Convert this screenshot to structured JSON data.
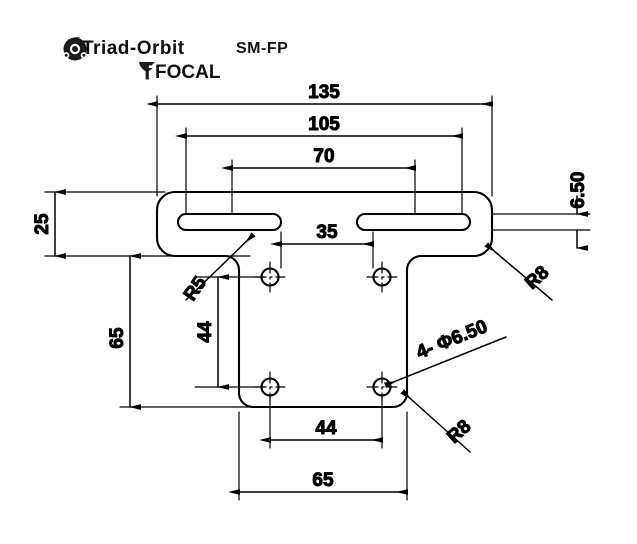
{
  "header": {
    "brand": "Triad-Orbit",
    "model": "SM-FP",
    "partner_brand": "FOCAL",
    "logo_icon": "triad-orbit-logo-icon",
    "focal_logo_icon": "focal-flame-icon"
  },
  "drawing": {
    "title": "SM-FP mounting plate dimensioned drawing",
    "units": "mm",
    "line_color": "#000000",
    "background": "#ffffff",
    "dimensions": {
      "overall_width": "135",
      "slot_outer_span": "105",
      "slot_inner_span": "70",
      "flange_height": "25",
      "slot_width": "6.50",
      "slot_centers": "35",
      "body_height": "65",
      "hole_vertical_pitch": "44",
      "hole_horizontal_pitch": "44",
      "body_width": "65",
      "corner_radius_small": "R5",
      "corner_radius_large_right": "R8",
      "corner_radius_large_bottom": "R8",
      "hole_callout": "4- Φ6.50"
    }
  }
}
